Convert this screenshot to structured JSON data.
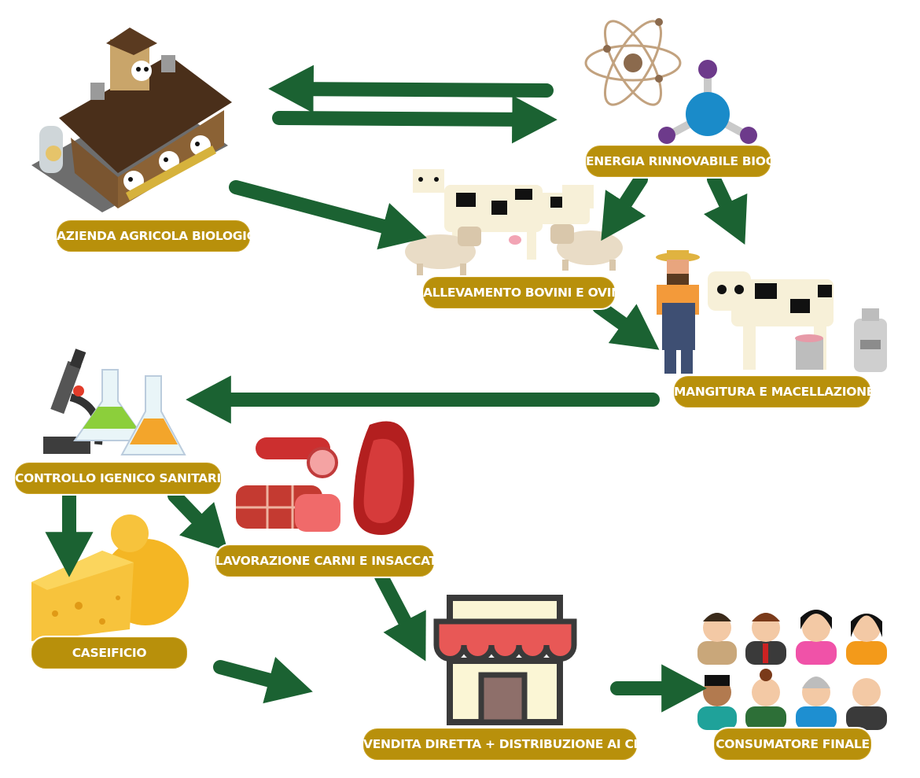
{
  "nodes": {
    "azienda": "AZIENDA AGRICOLA BIOLOGICA",
    "energia": "ENERGIA RINNOVABILE BIOGAS",
    "allevamento": "ALLEVAMENTO BOVINI E OVINI",
    "mungitura": "MANGITURA E MACELLAZIONE",
    "controllo": "CONTROLLO IGENICO SANITARI",
    "lavorazione": "LAVORAZIONE CARNI E INSACCATI",
    "caseificio": "CASEIFICIO",
    "vendita": "VENDITA DIRETTA + DISTRIBUZIONE AI CLIENTI",
    "consumatore": "CONSUMATORE FINALE"
  },
  "colors": {
    "label_bg": "#b8900b",
    "arrow": "#1b6232"
  },
  "icons": [
    "farm-building-icon",
    "atom-icon",
    "molecule-icon",
    "cows-sheep-icon",
    "farmer-cow-icon",
    "milk-can-icon",
    "microscope-icon",
    "flask-icon",
    "salami-icon",
    "meat-steak-icon",
    "cheese-icon",
    "shop-icon",
    "people-icon"
  ]
}
